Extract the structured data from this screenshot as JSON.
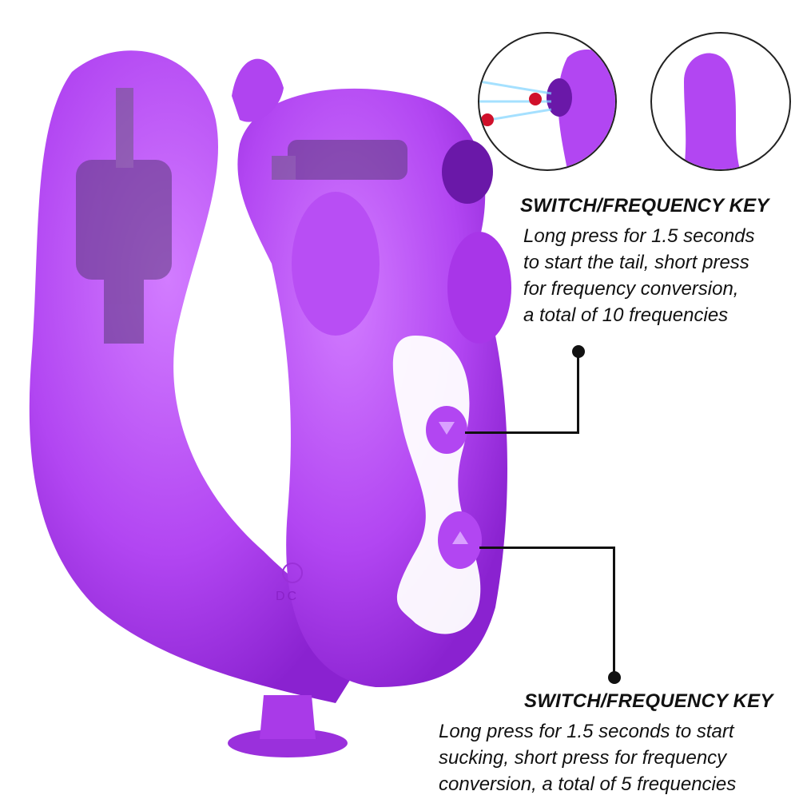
{
  "top_key": {
    "title": "SWITCH/FREQUENCY KEY",
    "lines": [
      "Long press for 1.5 seconds",
      "to start the tail, short press",
      "for frequency conversion,",
      "a total of 10 frequencies"
    ]
  },
  "bottom_key": {
    "title": "SWITCH/FREQUENCY KEY",
    "lines": [
      "Long press for 1.5 seconds to start",
      "sucking, short press for frequency",
      "conversion, a total of 5 frequencies"
    ]
  },
  "product": {
    "port_label": "DC",
    "color": "#b040f0",
    "panel_color": "#ffffff"
  },
  "insets": [
    {
      "name": "suction-detail"
    },
    {
      "name": "tail-detail"
    }
  ]
}
